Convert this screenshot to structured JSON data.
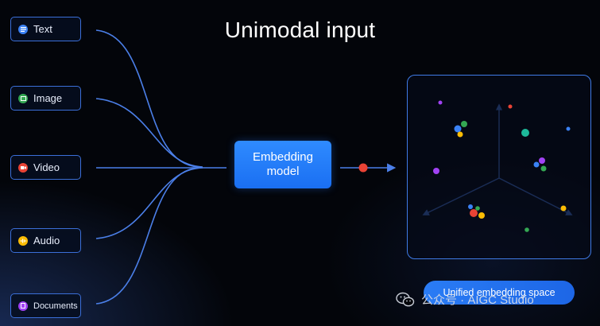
{
  "title": "Unimodal input",
  "inputs": [
    {
      "label": "Text",
      "icon": "text-icon",
      "color": "#3b82f6"
    },
    {
      "label": "Image",
      "icon": "image-icon",
      "color": "#34a853"
    },
    {
      "label": "Video",
      "icon": "video-icon",
      "color": "#ea4335"
    },
    {
      "label": "Audio",
      "icon": "audio-icon",
      "color": "#fbbc04"
    },
    {
      "label": "Documents",
      "icon": "documents-icon",
      "color": "#a142f4"
    }
  ],
  "model": {
    "line1": "Embedding",
    "line2": "model"
  },
  "space_label": "Unified embedding space",
  "watermark": "公众号 · AIGC Studio",
  "colors": {
    "accent": "#2f8bff",
    "line": "#4b7fe8",
    "token": "#ea4335"
  }
}
